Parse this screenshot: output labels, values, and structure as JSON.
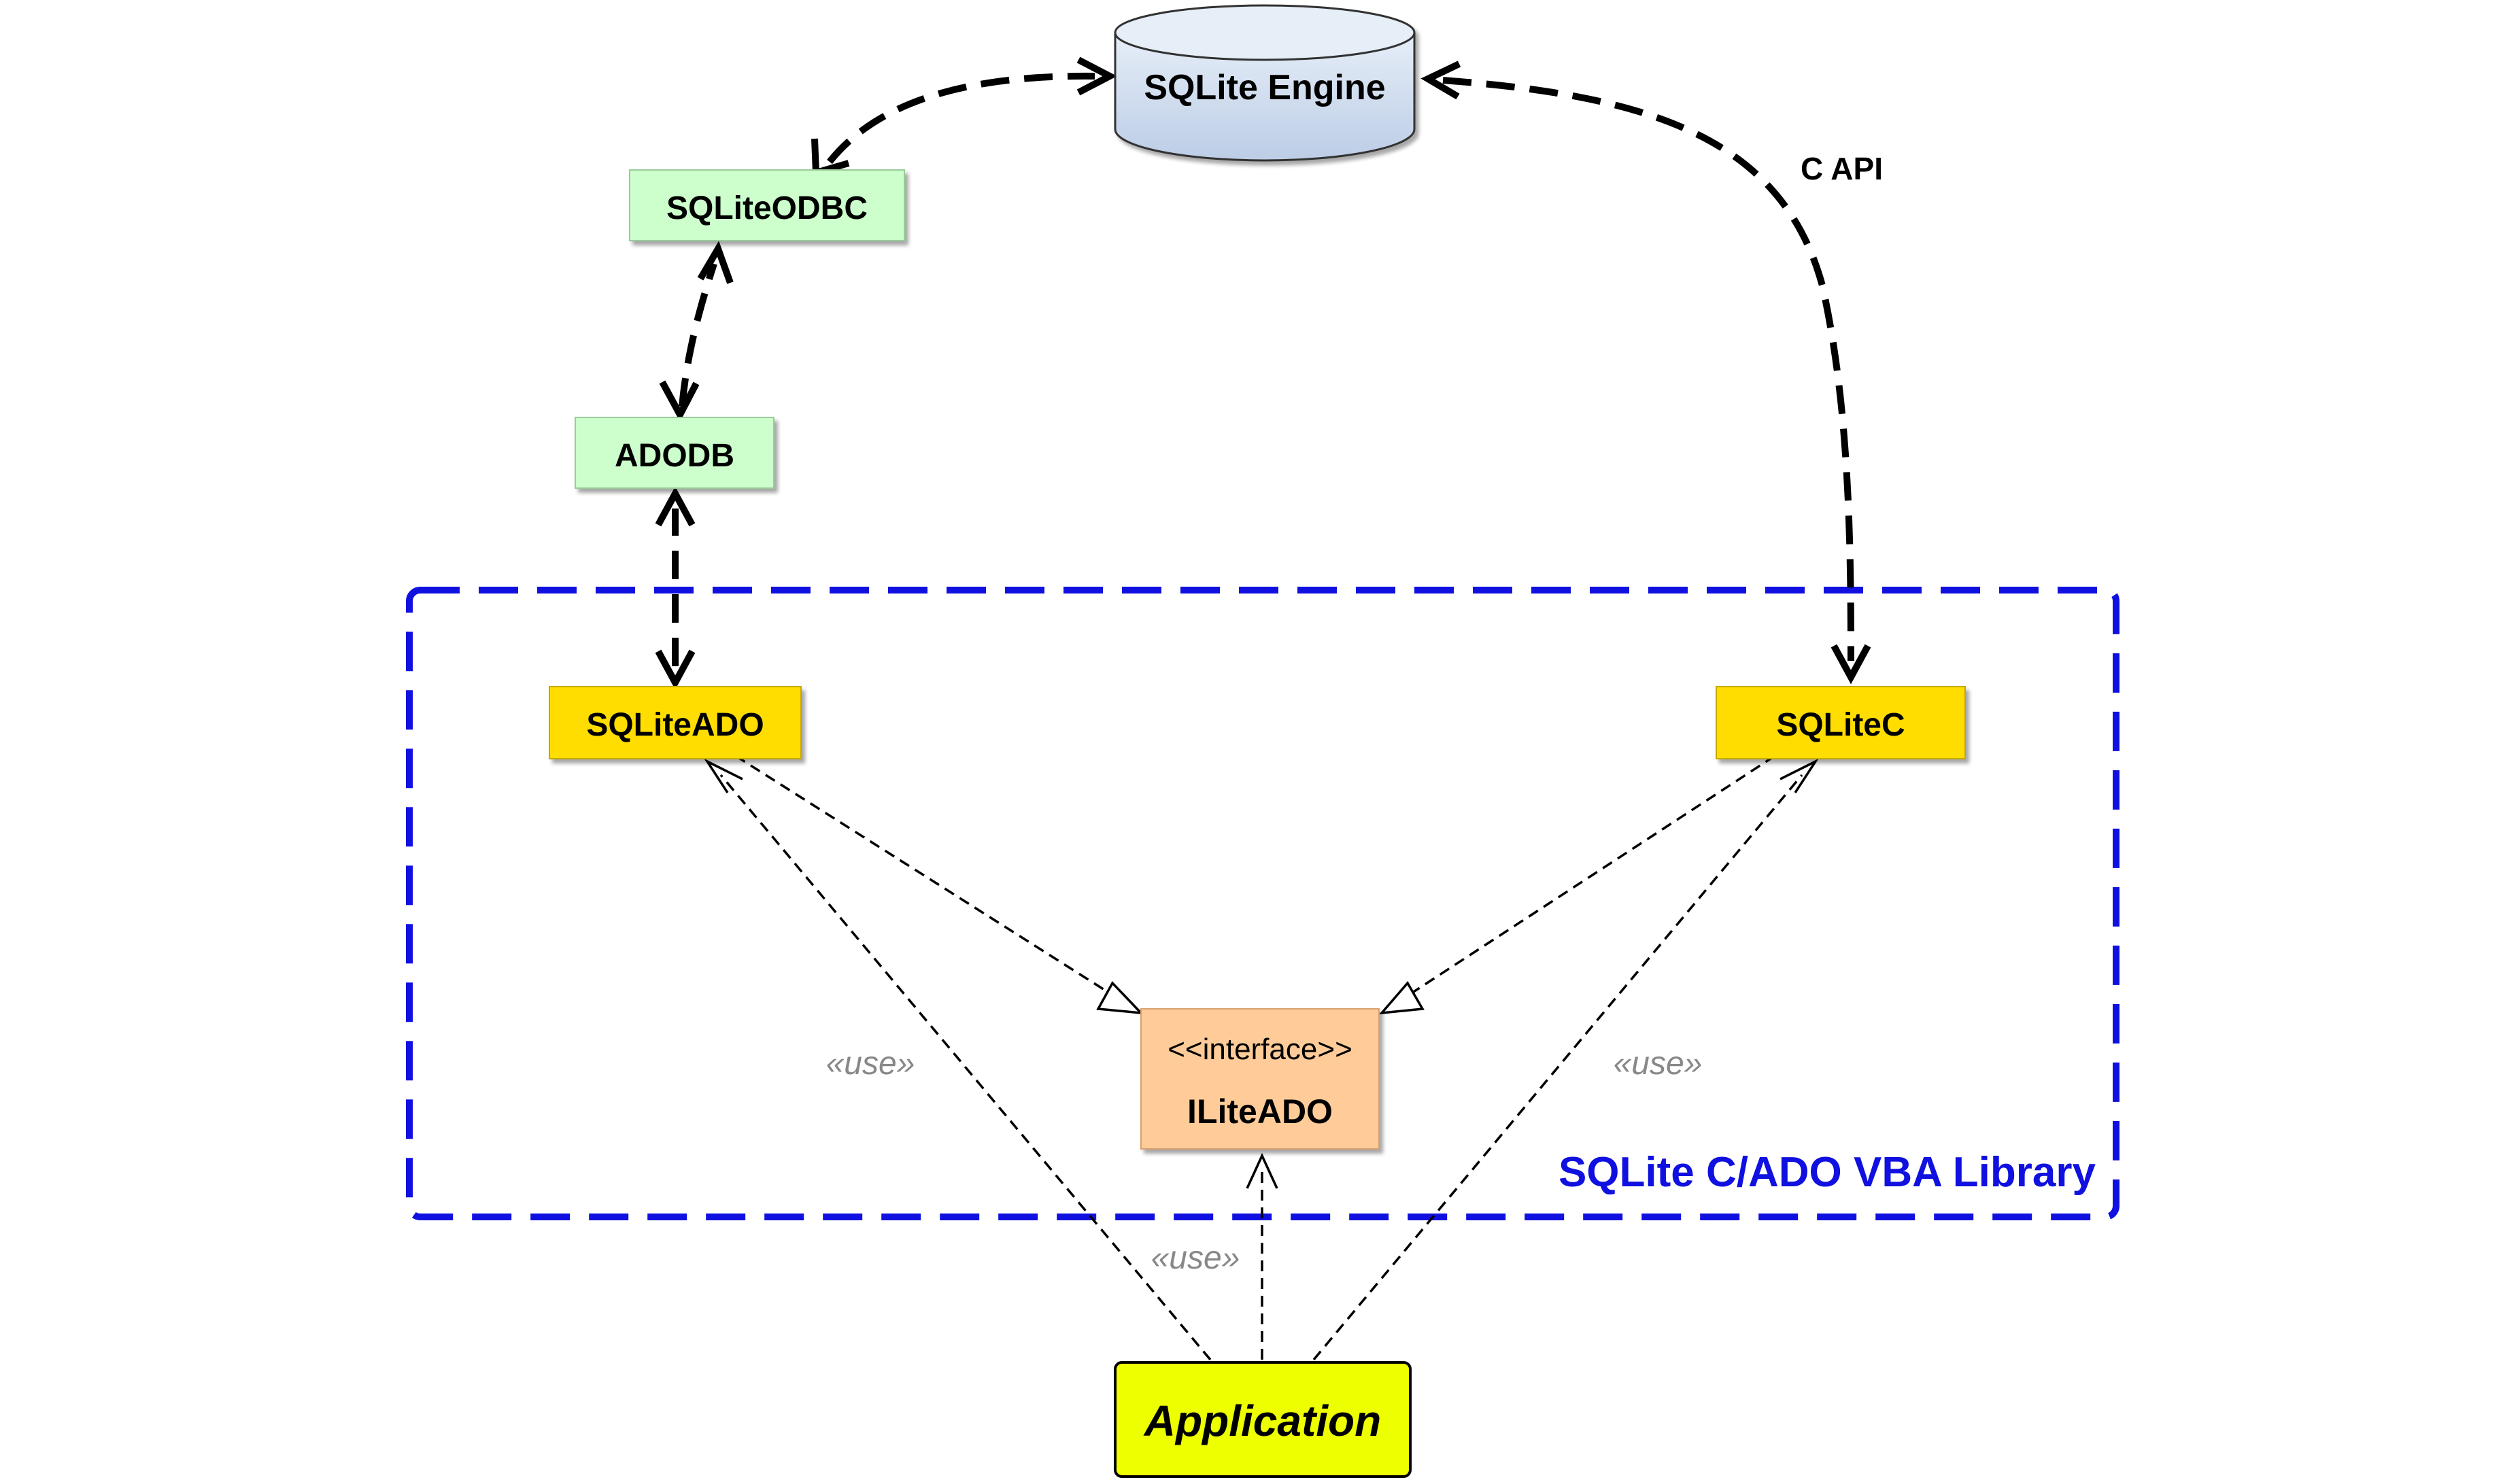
{
  "nodes": {
    "engine": {
      "label": "SQLite Engine"
    },
    "odbc": {
      "label": "SQLiteODBC"
    },
    "adodb": {
      "label": "ADODB"
    },
    "sqliteado": {
      "label": "SQLiteADO"
    },
    "sqlitec": {
      "label": "SQLiteC"
    },
    "interface": {
      "stereotype": "<<interface>>",
      "label": "ILiteADO"
    },
    "application": {
      "label": "Application"
    }
  },
  "package": {
    "label": "SQLite C/ADO VBA Library"
  },
  "edges": {
    "c_api_label": "C API",
    "use_left": "«use»",
    "use_center": "«use»",
    "use_right": "«use»"
  },
  "colors": {
    "package_border": "#1010e0",
    "package_label": "#1010e0",
    "engine_fill_top": "#e6eef8",
    "engine_fill_bottom": "#bccde6",
    "green_box": "#ccffcc",
    "yellow_box": "#ffdd00",
    "interface_box": "#ffcc99",
    "application_box": "#eeff00",
    "use_label": "#888888"
  }
}
